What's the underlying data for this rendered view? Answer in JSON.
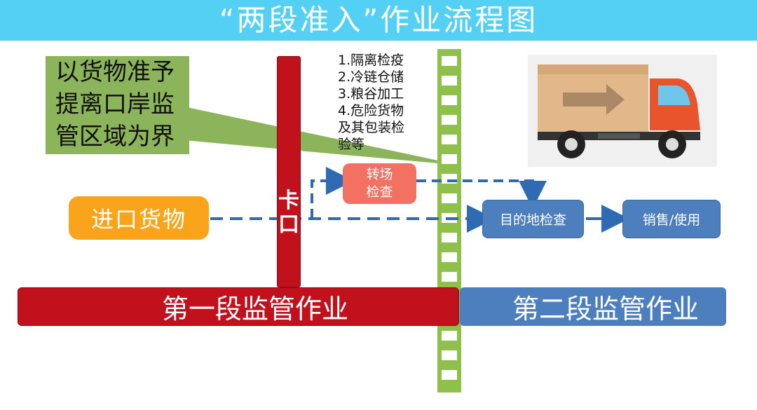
{
  "title": "“两段准入”作业流程图",
  "callout": {
    "lines": [
      "以货物准予",
      "提离口岸监",
      "管区域为界"
    ]
  },
  "checkpoint_label": "卡口",
  "checks_list": [
    "1.隔离检疫",
    "2.冷链仓储",
    "3.粮谷加工",
    "4.危险货物",
    "及其包装检",
    "验等"
  ],
  "nodes": {
    "import_goods": "进口货物",
    "transfer_check_line1": "转场",
    "transfer_check_line2": "检查",
    "destination_check": "目的地检查",
    "sale_use": "销售/使用"
  },
  "phases": {
    "first": "第一段监管作业",
    "second": "第二段监管作业"
  },
  "colors": {
    "title_bar": "#55d0f5",
    "callout": "#8cb45a",
    "first_phase": "#c0111c",
    "second_phase": "#4d7fbf",
    "import_goods": "#f9a41b",
    "transfer_check": "#f27162",
    "rail": "#8fc04c",
    "arrow": "#2f6bb3"
  },
  "icons": {
    "truck": "delivery-truck-icon"
  }
}
